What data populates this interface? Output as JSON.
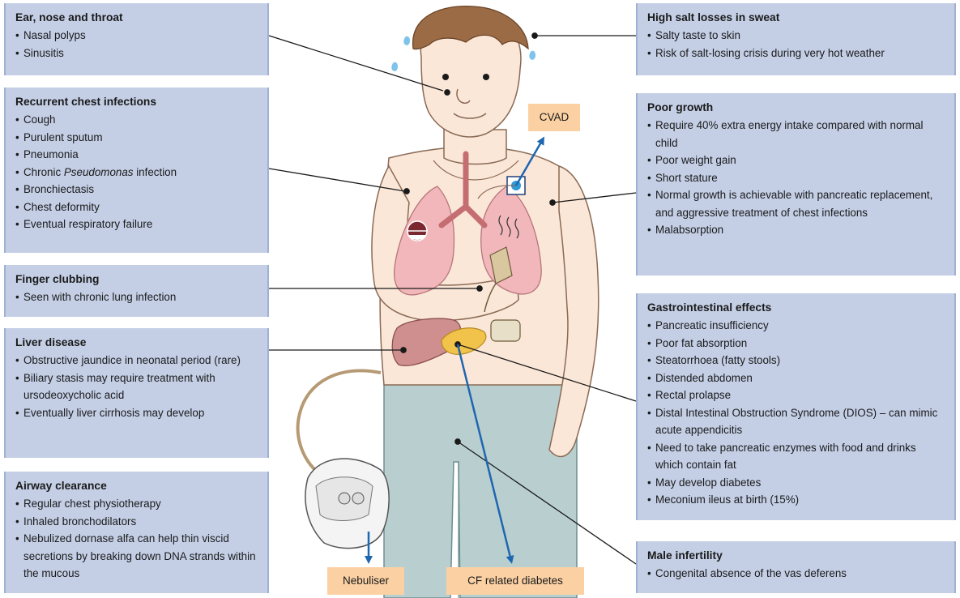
{
  "boxes": {
    "ent": {
      "title": "Ear, nose and throat",
      "items": [
        "Nasal polyps",
        "Sinusitis"
      ]
    },
    "chest": {
      "title": "Recurrent chest infections",
      "items": [
        "Cough",
        "Purulent sputum",
        "Pneumonia",
        "Chronic ",
        "Bronchiectasis",
        "Chest deformity",
        "Eventual respiratory failure"
      ],
      "pseudo_italic": "Pseudomonas",
      "pseudo_tail": " infection"
    },
    "finger": {
      "title": "Finger clubbing",
      "items": [
        "Seen with chronic lung infection"
      ]
    },
    "liver": {
      "title": "Liver disease",
      "items": [
        "Obstructive jaundice in neonatal period (rare)",
        "Biliary stasis may require treatment with ursodeoxycholic acid",
        "Eventually liver cirrhosis may develop"
      ]
    },
    "airway": {
      "title": "Airway clearance",
      "items": [
        "Regular chest physiotherapy",
        "Inhaled bronchodilators",
        "Nebulized dornase alfa can help thin viscid secretions by breaking down DNA strands within the mucous"
      ]
    },
    "salt": {
      "title": "High salt losses in sweat",
      "items": [
        "Salty taste to skin",
        "Risk of salt-losing crisis during very hot weather"
      ]
    },
    "growth": {
      "title": "Poor growth",
      "items": [
        "Require 40% extra energy intake compared with normal child",
        "Poor weight gain",
        "Short stature",
        "Normal growth is achievable with pancreatic replacement, and aggressive treatment of chest infections",
        "Malabsorption"
      ]
    },
    "gi": {
      "title": "Gastrointestinal effects",
      "items": [
        "Pancreatic insufficiency",
        "Poor fat absorption",
        "Steatorrhoea (fatty stools)",
        "Distended abdomen",
        "Rectal prolapse",
        "Distal Intestinal Obstruction Syndrome (DIOS) – can mimic acute appendicitis",
        "Need to take pancreatic enzymes with food and drinks which contain fat",
        "May develop diabetes",
        "Meconium ileus at birth (15%)"
      ]
    },
    "male": {
      "title": "Male infertility",
      "items": [
        "Congenital absence of the vas deferens"
      ]
    }
  },
  "tags": {
    "cvad": "CVAD",
    "nebuliser": "Nebuliser",
    "cfdiabetes": "CF related diabetes"
  },
  "colors": {
    "box": "#c4cfe6",
    "tag": "#fbd1a4",
    "arrow": "#1f66b0",
    "skin": "#fbe7d8",
    "lung": "#f2b7bb",
    "trousers": "#b9cfcf"
  }
}
